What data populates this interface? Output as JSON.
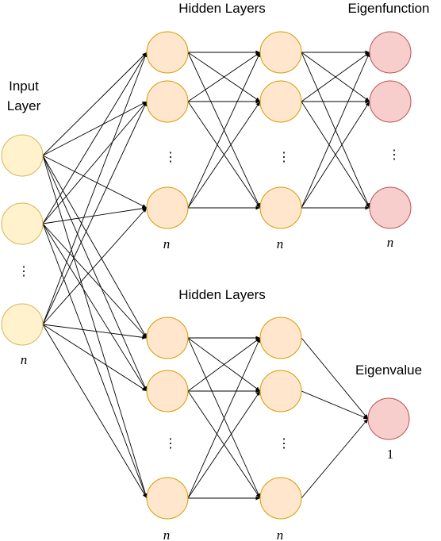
{
  "labels": {
    "input_layer_line1": "Input",
    "input_layer_line2": "Layer",
    "hidden_top": "Hidden Layers",
    "hidden_bottom": "Hidden Layers",
    "eigenfunction": "Eigenfunction",
    "eigenvalue": "Eigenvalue"
  },
  "counts": {
    "input": "n",
    "top_hidden1": "n",
    "top_hidden2": "n",
    "eigenfunction": "n",
    "bottom_hidden1": "n",
    "bottom_hidden2": "n",
    "eigenvalue": "1"
  },
  "ellipsis": "⋮",
  "colors": {
    "input_fill": "#fff2cc",
    "input_stroke": "#d6b656",
    "hidden_fill": "#ffe6cc",
    "hidden_stroke": "#d79b00",
    "output_fill": "#f8cecc",
    "output_stroke": "#b85450",
    "edge": "#000000"
  }
}
